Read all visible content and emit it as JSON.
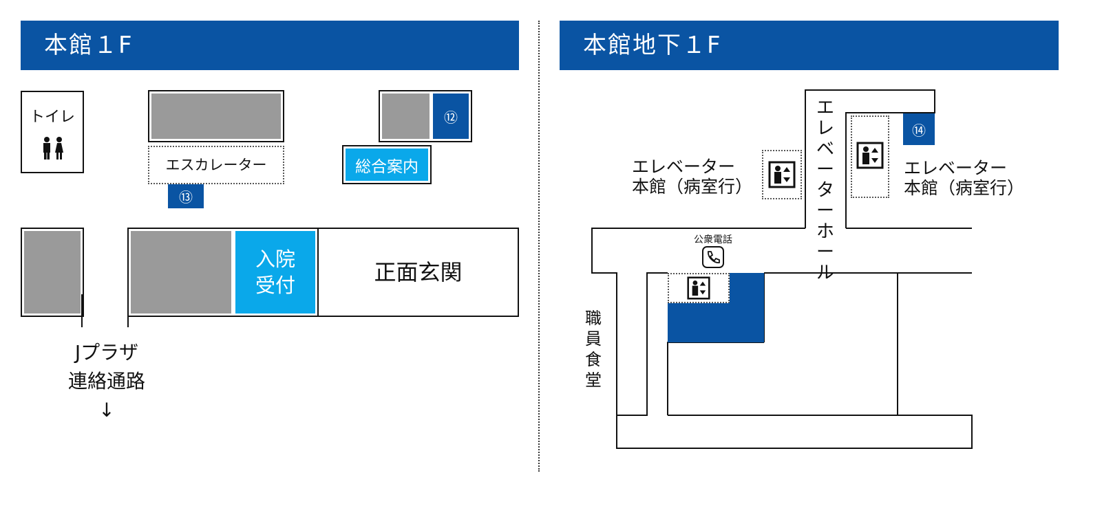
{
  "left": {
    "header": "本館１F",
    "toilet_label": "トイレ",
    "escalator_label": "エスカレーター",
    "badge_12": "⑫",
    "badge_13": "⑬",
    "info_label": "総合案内",
    "admission_label_1": "入院",
    "admission_label_2": "受付",
    "entrance_label": "正面玄関",
    "plaza_label_1": "Jプラザ",
    "plaza_label_2": "連絡通路",
    "plaza_arrow": "↓"
  },
  "right": {
    "header": "本館地下１F",
    "elevator_hall": "エレベーターホール",
    "elevator_left_1": "エレベーター",
    "elevator_left_2": "本館（病室行）",
    "elevator_right_1": "エレベーター",
    "elevator_right_2": "本館（病室行）",
    "badge_14": "⑭",
    "phone_label": "公衆電話",
    "cafeteria": "職員食堂"
  },
  "colors": {
    "navy": "#0a54a3",
    "cyan": "#0aa8ea",
    "gray": "#9a9a9a"
  },
  "icons": [
    "restroom-icon",
    "elevator-icon",
    "phone-icon",
    "down-arrow"
  ]
}
